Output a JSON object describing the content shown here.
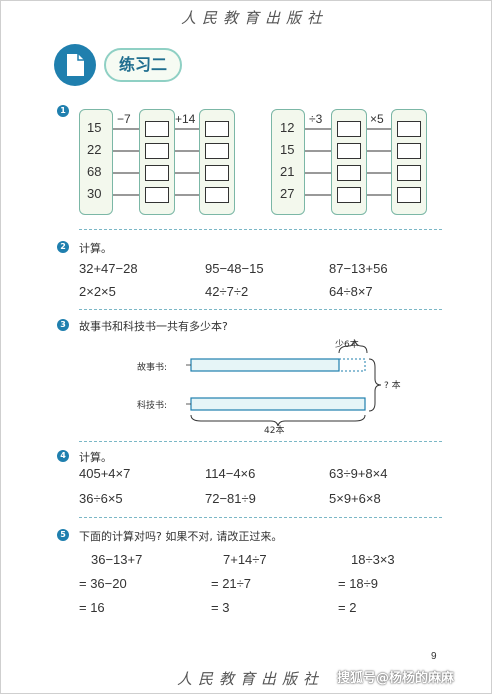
{
  "header": {
    "publisher": "人民教育出版社"
  },
  "title": {
    "text": "练习二"
  },
  "q1": {
    "number": "1",
    "left": {
      "op1": "−7",
      "op2": "+14",
      "inputs": [
        "15",
        "22",
        "68",
        "30"
      ]
    },
    "right": {
      "op1": "÷3",
      "op2": "×5",
      "inputs": [
        "12",
        "15",
        "21",
        "27"
      ]
    }
  },
  "q2": {
    "number": "2",
    "prompt": "计算。",
    "items": [
      "32+47−28",
      "95−48−15",
      "87−13+56",
      "2×2×5",
      "42÷7÷2",
      "64÷8×7"
    ]
  },
  "q3": {
    "number": "3",
    "prompt": "故事书和科技书一共有多少本?",
    "label_story": "故事书:",
    "label_science": "科技书:",
    "less_note": "少6本",
    "total_q": "? 本",
    "science_count": "42本"
  },
  "q4": {
    "number": "4",
    "prompt": "计算。",
    "items": [
      "405+4×7",
      "114−4×6",
      "63÷9+8×4",
      "36÷6×5",
      "72−81÷9",
      "5×9+6×8"
    ]
  },
  "q5": {
    "number": "5",
    "prompt": "下面的计算对吗? 如果不对, 请改正过来。",
    "col1": [
      "36−13+7",
      "= 36−20",
      "= 16"
    ],
    "col2": [
      "7+14÷7",
      "= 21÷7",
      "= 3"
    ],
    "col3": [
      "18÷3×3",
      "= 18÷9",
      "= 2"
    ]
  },
  "footer": {
    "page_number": "9",
    "publisher": "人民教育出版社",
    "watermark": "搜狐号@杨杨的麻麻"
  }
}
